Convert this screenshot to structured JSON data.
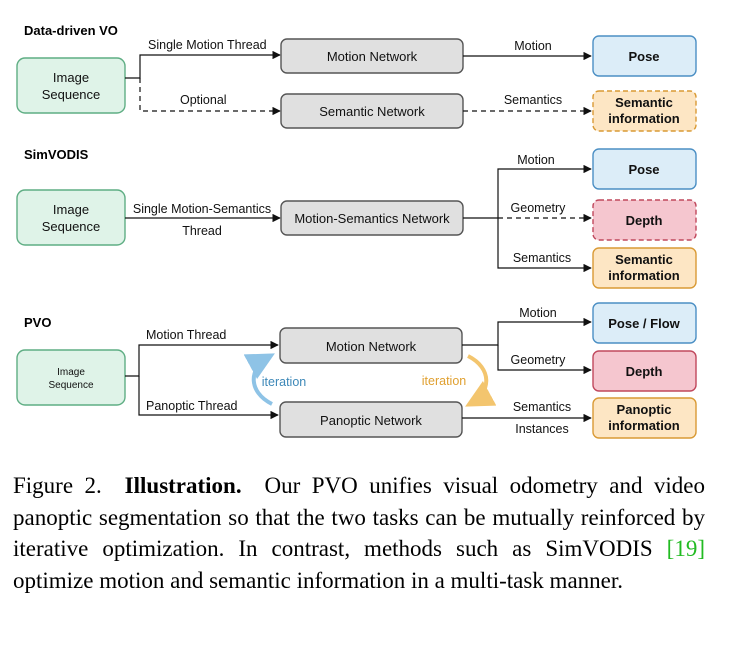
{
  "sections": {
    "vo": {
      "title": "Data-driven VO",
      "input_line1": "Image",
      "input_line2": "Sequence",
      "edge_top": "Single Motion Thread",
      "edge_bottom": "Optional",
      "net_top": "Motion  Network",
      "net_bottom": "Semantic  Network",
      "out_edge_top": "Motion",
      "out_edge_bottom": "Semantics",
      "out_top": "Pose",
      "out_bottom_line1": "Semantic",
      "out_bottom_line2": "information"
    },
    "simvodis": {
      "title": "SimVODIS",
      "input_line1": "Image",
      "input_line2": "Sequence",
      "edge_line1": "Single Motion-Semantics",
      "edge_line2": "Thread",
      "net": "Motion-Semantics  Network",
      "edge_motion": "Motion",
      "edge_geometry": "Geometry",
      "edge_semantics": "Semantics",
      "out_pose": "Pose",
      "out_depth": "Depth",
      "out_sem_line1": "Semantic",
      "out_sem_line2": "information"
    },
    "pvo": {
      "title": "PVO",
      "input_line1": "Image",
      "input_line2": "Sequence",
      "edge_motion_thread": "Motion Thread",
      "edge_panoptic_thread": "Panoptic Thread",
      "net_top": "Motion  Network",
      "net_bottom": "Panoptic Network",
      "iter_left": "iteration",
      "iter_right": "iteration",
      "edge_motion": "Motion",
      "edge_geometry": "Geometry",
      "edge_semantics": "Semantics",
      "edge_instances": "Instances",
      "out_pose": "Pose / Flow",
      "out_depth": "Depth",
      "out_pan_line1": "Panoptic",
      "out_pan_line2": "information"
    }
  },
  "caption": {
    "prefix": "Figure 2.",
    "bold": "Illustration.",
    "text1": "Our PVO unifies visual odometry and video panoptic segmentation so that the two tasks can be mutually reinforced by iterative optimization. In contrast, methods such as SimVODIS ",
    "ref": "[19]",
    "text2": " optimize motion and semantic information in a multi-task manner."
  },
  "colors": {
    "input_fill": "#dff3e8",
    "input_stroke": "#5fae84",
    "net_fill": "#e0e0e0",
    "net_stroke": "#555555",
    "pose_fill": "#dcedf8",
    "pose_stroke": "#4b8fc4",
    "depth_fill": "#f5c6cf",
    "depth_stroke": "#c0485d",
    "sem_fill": "#fde6c4",
    "sem_stroke": "#d99a35",
    "iter_left": "#3d88b8",
    "iter_right": "#e0a030",
    "ref": "#22bb22"
  }
}
